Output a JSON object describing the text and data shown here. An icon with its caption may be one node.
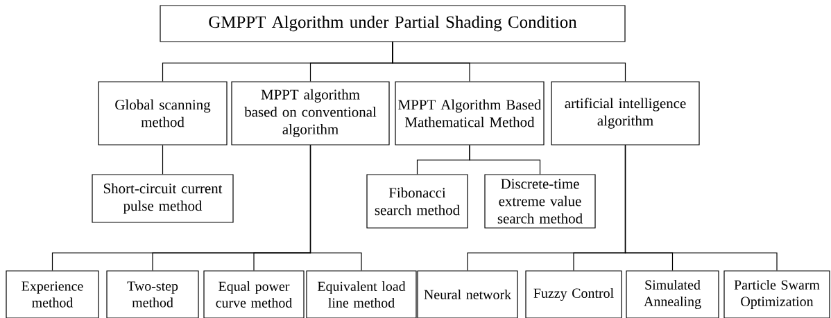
{
  "diagram": {
    "nodes": [
      {
        "text": [
          "GMPPT Algorithm under Partial Shading Condition"
        ]
      },
      {
        "text": [
          "Global scanning method"
        ]
      },
      {
        "text": [
          "MPPT algorithm based on conventional algorithm"
        ]
      },
      {
        "text": [
          "MPPT Algorithm Based Mathematical Method"
        ]
      },
      {
        "text": [
          "artificial intelligence algorithm"
        ]
      },
      {
        "text": [
          "Short-circuit current pulse method"
        ]
      },
      {
        "text": [
          "Fibonacci search method"
        ]
      },
      {
        "text": [
          "Discrete-time extreme value search method"
        ]
      },
      {
        "text": [
          "Experience method"
        ]
      },
      {
        "text": [
          "Two-step method"
        ]
      },
      {
        "text": [
          "Equal power curve method"
        ]
      },
      {
        "text": [
          "Equivalent load line method"
        ]
      },
      {
        "text": [
          "Neural network"
        ]
      },
      {
        "text": [
          "Fuzzy Control"
        ]
      },
      {
        "text": [
          "Simulated Annealing"
        ]
      },
      {
        "text": [
          "Particle Swarm Optimization"
        ]
      }
    ],
    "edges": [
      {
        "from": 0,
        "to": 1,
        "arrow": "none"
      },
      {
        "from": 0,
        "to": 2,
        "arrow": "none"
      },
      {
        "from": 0,
        "to": 3,
        "arrow": "none"
      },
      {
        "from": 0,
        "to": 4,
        "arrow": "none"
      },
      {
        "from": 1,
        "to": 5,
        "arrow": "none"
      },
      {
        "from": 3,
        "to": 6,
        "arrow": "none"
      },
      {
        "from": 3,
        "to": 7,
        "arrow": "none"
      },
      {
        "from": 2,
        "to": 8,
        "arrow": "none"
      },
      {
        "from": 2,
        "to": 9,
        "arrow": "none"
      },
      {
        "from": 2,
        "to": 10,
        "arrow": "none"
      },
      {
        "from": 2,
        "to": 11,
        "arrow": "none"
      },
      {
        "from": 4,
        "to": 12,
        "arrow": "none"
      },
      {
        "from": 4,
        "to": 13,
        "arrow": "none"
      },
      {
        "from": 4,
        "to": 14,
        "arrow": "none"
      },
      {
        "from": 4,
        "to": 15,
        "arrow": "none"
      }
    ]
  }
}
